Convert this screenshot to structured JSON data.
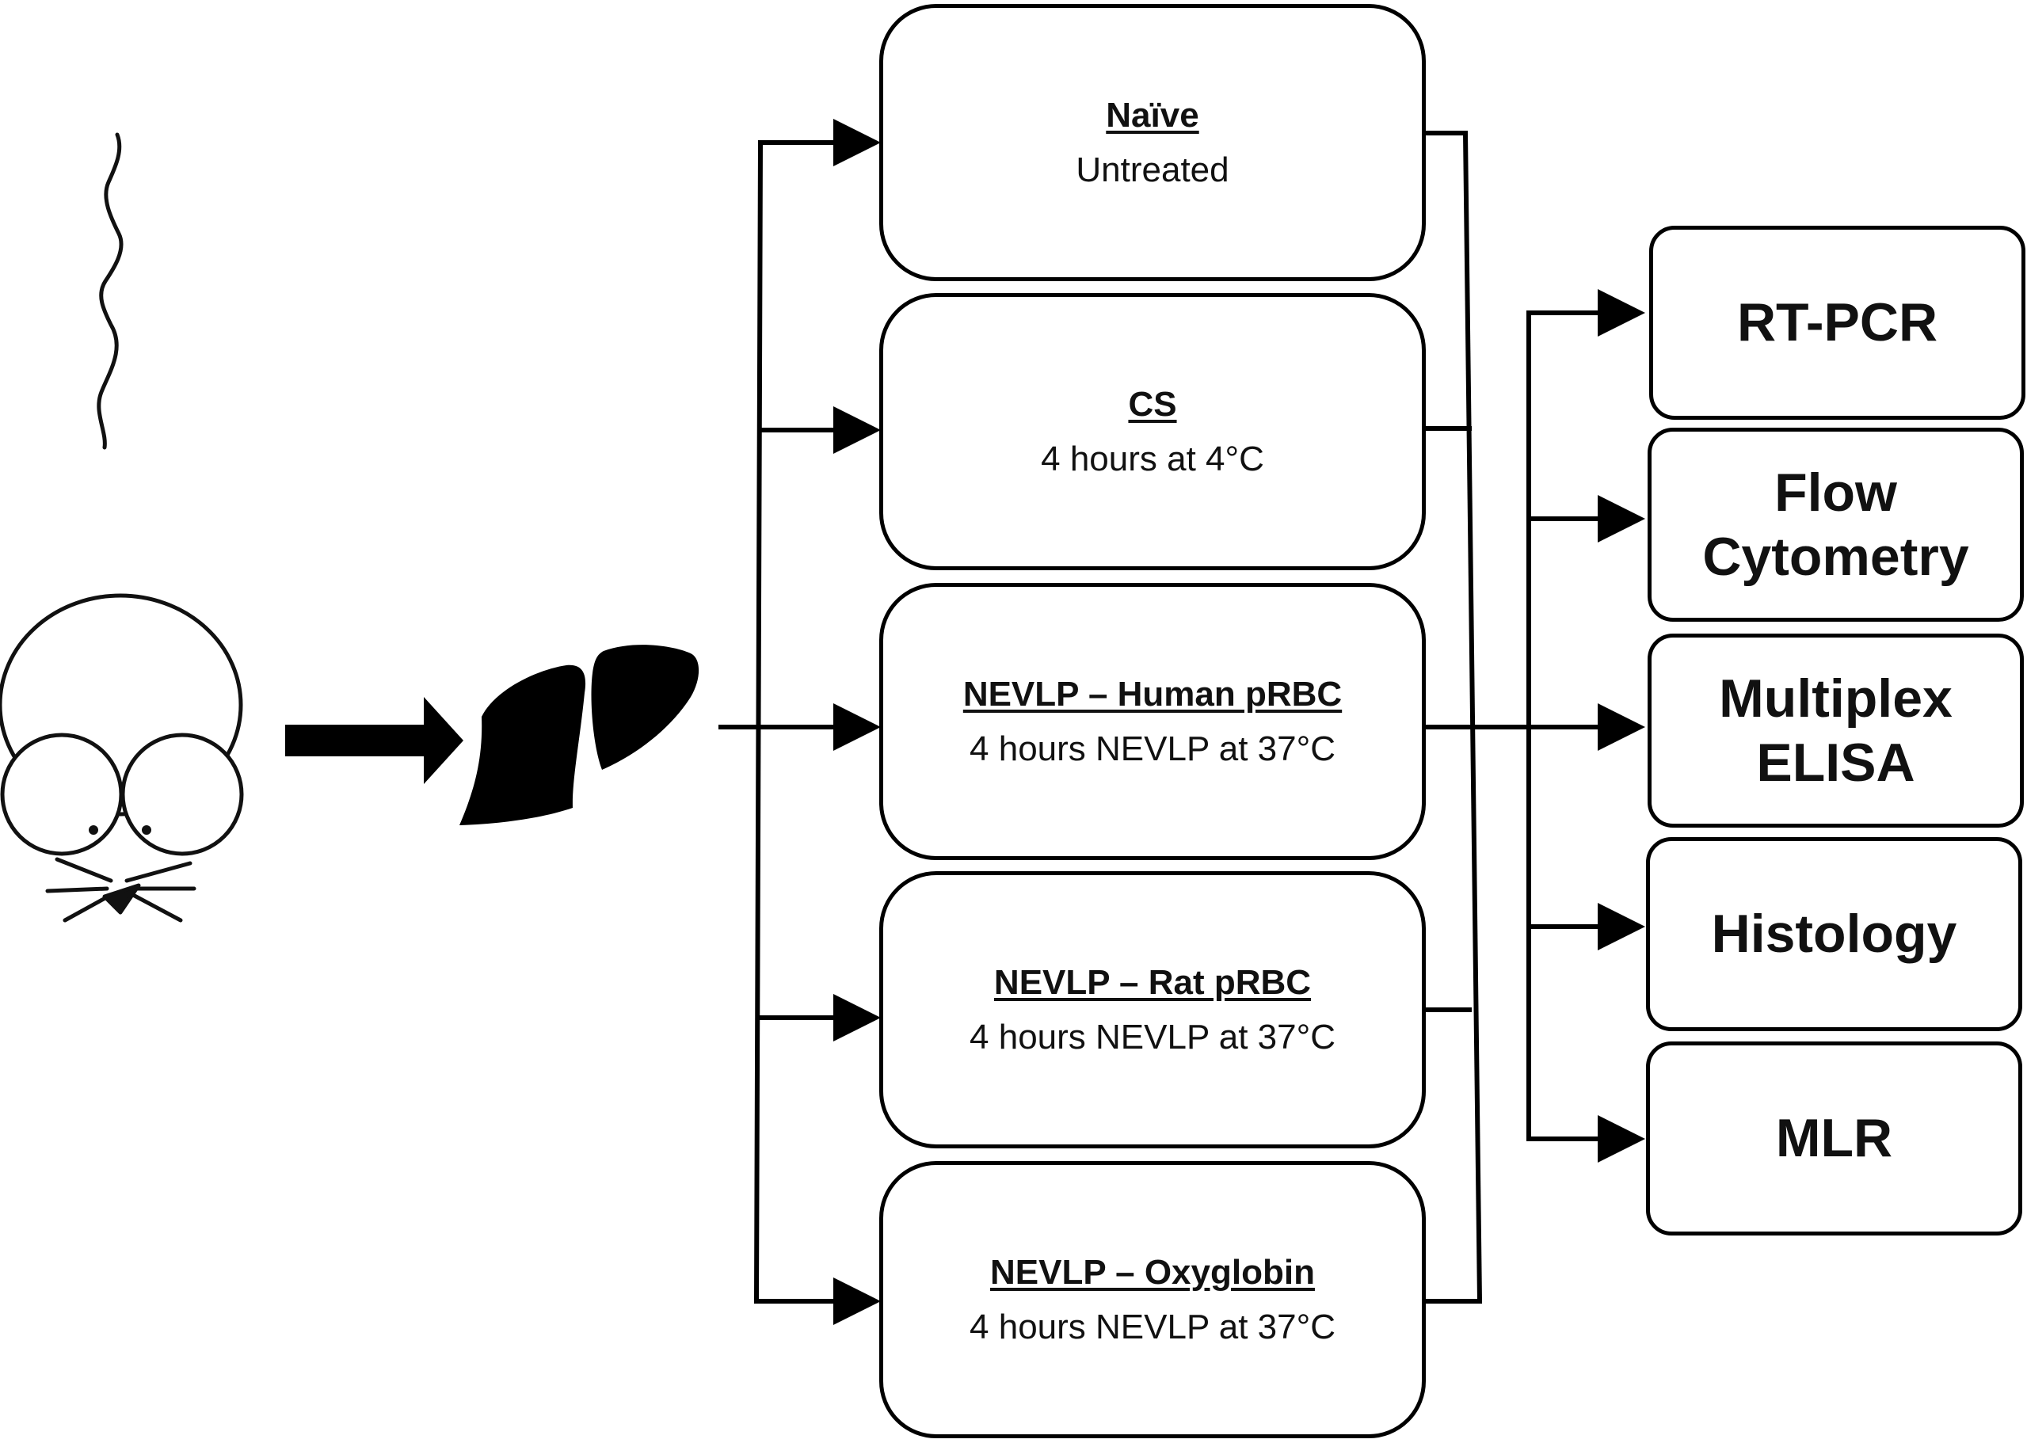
{
  "groups": [
    {
      "title": "Naïve",
      "description": "Untreated"
    },
    {
      "title": "CS",
      "description": "4 hours at 4°C"
    },
    {
      "title": "NEVLP – Human pRBC",
      "description": "4 hours NEVLP at 37°C"
    },
    {
      "title": "NEVLP – Rat pRBC",
      "description": "4 hours NEVLP at 37°C"
    },
    {
      "title": "NEVLP – Oxyglobin",
      "description": "4 hours NEVLP at 37°C"
    }
  ],
  "analyses": [
    {
      "label": "RT-PCR"
    },
    {
      "label": "Flow\nCytometry"
    },
    {
      "label": "Multiplex\nELISA"
    },
    {
      "label": "Histology"
    },
    {
      "label": "MLR"
    }
  ],
  "icons": {
    "animal": "rat-icon",
    "organ": "liver-icon"
  },
  "colors": {
    "line": "#000000",
    "background": "#ffffff"
  }
}
